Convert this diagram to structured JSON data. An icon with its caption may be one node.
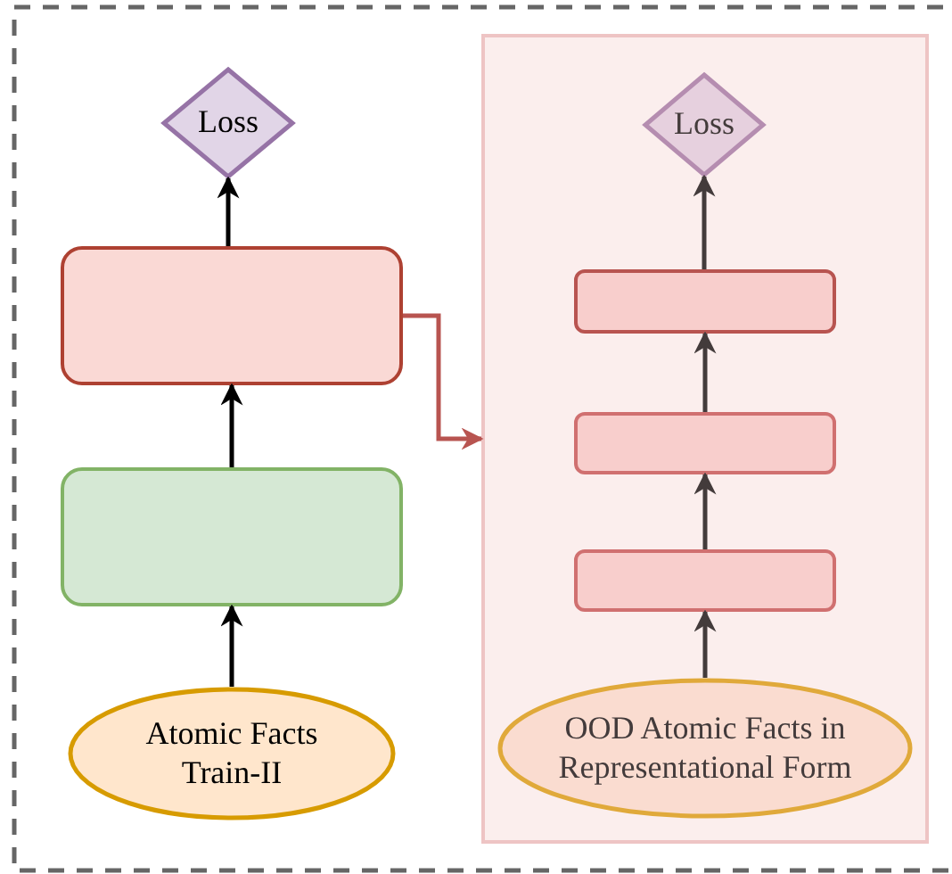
{
  "diagram": {
    "nodes": [
      {
        "text": [
          "Loss"
        ]
      },
      {
        "text": [],
        "shape": "box"
      },
      {
        "text": [],
        "shape": "box"
      },
      {
        "text": [
          "Atomic Facts Train-II"
        ]
      },
      {
        "text": [],
        "shape": "box"
      },
      {
        "text": [
          "Loss"
        ],
        "in": 4
      },
      {
        "text": [],
        "shape": "box",
        "in": 4
      },
      {
        "text": [],
        "shape": "box",
        "in": 4
      },
      {
        "text": [],
        "shape": "box",
        "in": 4
      },
      {
        "text": [
          "OOD Atomic Facts in Representational Form"
        ],
        "in": 4
      }
    ],
    "edges": [
      {
        "from": 3,
        "to": 2,
        "arrow": "to"
      },
      {
        "from": 2,
        "to": 1,
        "arrow": "to"
      },
      {
        "from": 1,
        "to": 0,
        "arrow": "to"
      },
      {
        "from": 1,
        "to": 4,
        "arrow": "to",
        "color": "#b85450"
      },
      {
        "from": 9,
        "to": 8,
        "arrow": "to",
        "color": "#433b3b"
      },
      {
        "from": 8,
        "to": 7,
        "arrow": "to",
        "color": "#433b3b"
      },
      {
        "from": 7,
        "to": 6,
        "arrow": "to",
        "color": "#433b3b"
      },
      {
        "from": 6,
        "to": 5,
        "arrow": "to",
        "color": "#433b3b"
      }
    ]
  }
}
